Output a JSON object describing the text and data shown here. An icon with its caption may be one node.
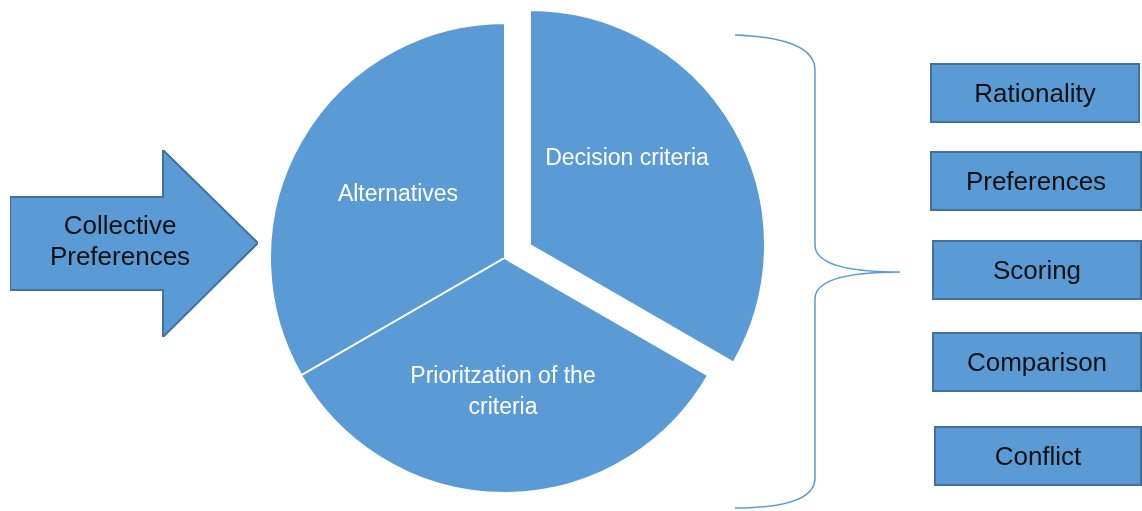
{
  "diagram": {
    "nodes": [
      {
        "text": [
          "Collective Preferences"
        ]
      },
      {
        "text": [
          "Alternatives"
        ]
      },
      {
        "text": [
          "Decision criteria"
        ]
      },
      {
        "text": [
          "Prioritzation of the criteria"
        ]
      },
      {
        "text": [
          "Rationality"
        ]
      },
      {
        "text": [
          "Preferences"
        ]
      },
      {
        "text": [
          "Scoring"
        ]
      },
      {
        "text": [
          "Comparison"
        ]
      },
      {
        "text": [
          "Conflict"
        ]
      }
    ]
  }
}
